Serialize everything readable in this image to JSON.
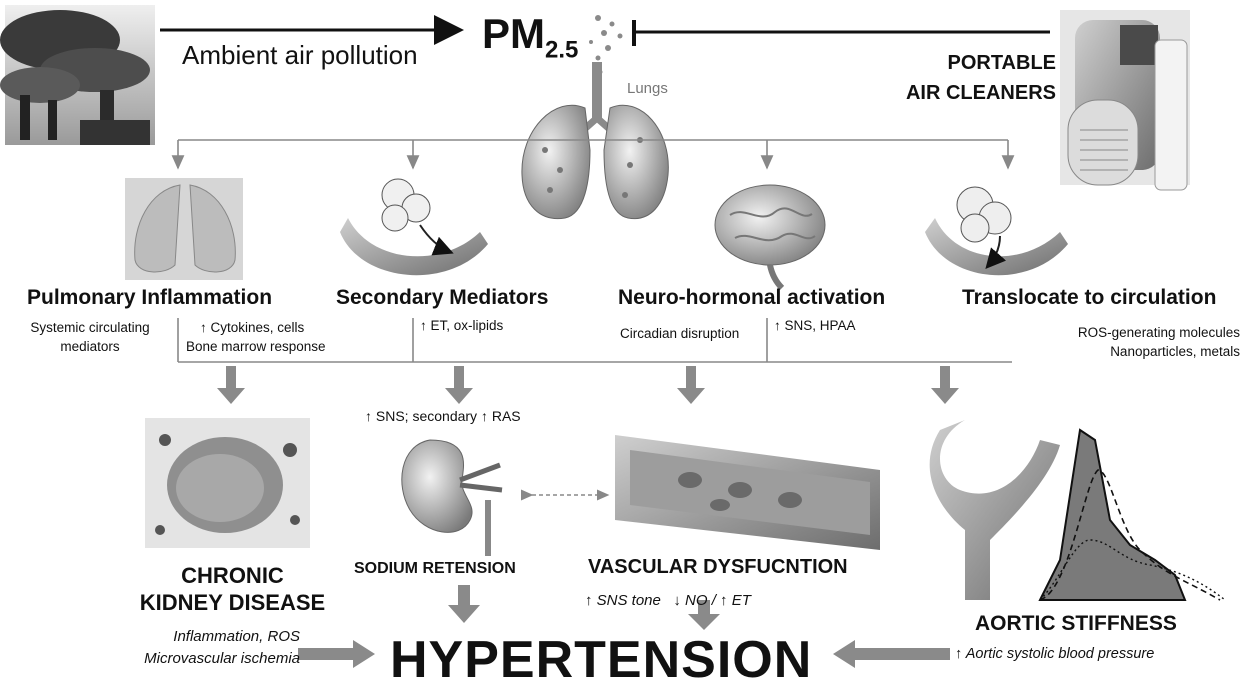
{
  "top": {
    "ambient": "Ambient air pollution",
    "pm_main": "PM",
    "pm_sub": "2.5",
    "lungs": "Lungs",
    "cleaners_line1": "PORTABLE",
    "cleaners_line2": "AIR CLEANERS"
  },
  "pathways": [
    {
      "title": "Pulmonary Inflammation",
      "left_line1": "Systemic circulating",
      "left_line2": "mediators",
      "right_line1": "↑ Cytokines, cells",
      "right_line2": "Bone marrow response"
    },
    {
      "title": "Secondary Mediators",
      "right_line1": "↑ ET, ox-lipids"
    },
    {
      "title": "Neuro-hormonal activation",
      "left_line1": "Circadian disruption",
      "right_line1": "↑ SNS,  HPAA"
    },
    {
      "title": "Translocate to circulation",
      "right_line1": "ROS-generating molecules",
      "right_line2": "Nanoparticles, metals"
    }
  ],
  "outcomes": {
    "ckd_line1": "CHRONIC",
    "ckd_line2": "KIDNEY DISEASE",
    "ckd_note1": "Inflammation, ROS",
    "ckd_note2": "Microvascular ischemia",
    "sns_ras": "↑ SNS; secondary ↑ RAS",
    "sodium": "SODIUM RETENSION",
    "vascular": "VASCULAR DYSFUCNTION",
    "vascular_note": "↑ SNS tone   ↓ NO / ↑ ET",
    "aortic": "AORTIC STIFFNESS",
    "aortic_note": "↑ Aortic systolic blood pressure",
    "hypertension": "HYPERTENSION"
  }
}
